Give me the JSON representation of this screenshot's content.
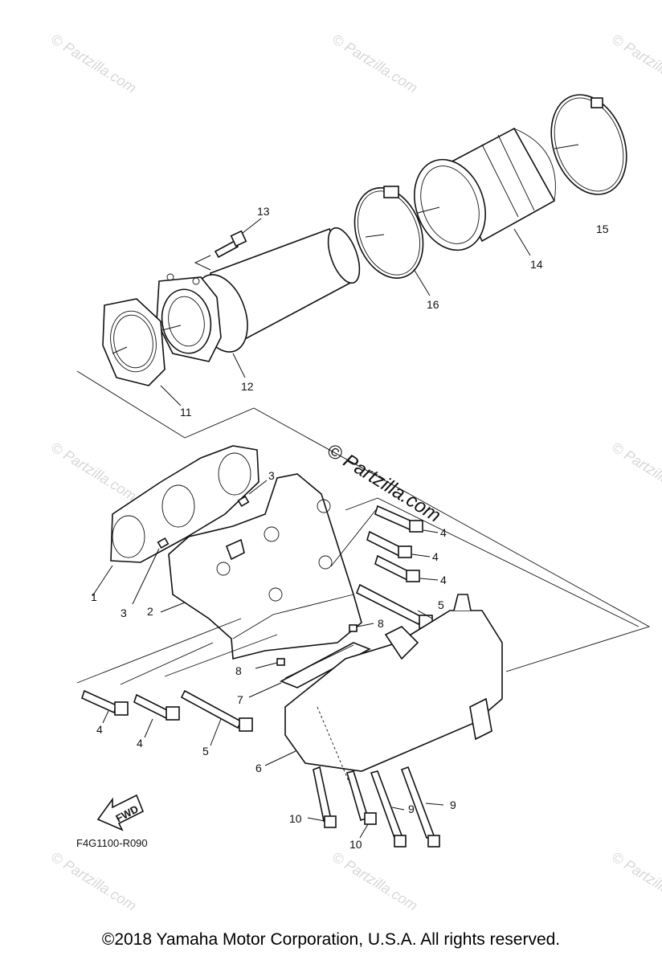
{
  "diagram": {
    "code": "F4G1100-R090",
    "fwd_label": "FWD",
    "watermark_text": "© Partzilla.com",
    "center_watermark": "© Partzilla.com",
    "copyright": "©2018  Yamaha Motor Corporation, U.S.A. All rights reserved."
  },
  "callouts": [
    {
      "id": "c1",
      "text": "1"
    },
    {
      "id": "c2",
      "text": "2"
    },
    {
      "id": "c3a",
      "text": "3"
    },
    {
      "id": "c3b",
      "text": "3"
    },
    {
      "id": "c4a",
      "text": "4"
    },
    {
      "id": "c4b",
      "text": "4"
    },
    {
      "id": "c4c",
      "text": "4"
    },
    {
      "id": "c4d",
      "text": "4"
    },
    {
      "id": "c4e",
      "text": "4"
    },
    {
      "id": "c5a",
      "text": "5"
    },
    {
      "id": "c5b",
      "text": "5"
    },
    {
      "id": "c6",
      "text": "6"
    },
    {
      "id": "c7",
      "text": "7"
    },
    {
      "id": "c8a",
      "text": "8"
    },
    {
      "id": "c8b",
      "text": "8"
    },
    {
      "id": "c9a",
      "text": "9"
    },
    {
      "id": "c9b",
      "text": "9"
    },
    {
      "id": "c10a",
      "text": "10"
    },
    {
      "id": "c10b",
      "text": "10"
    },
    {
      "id": "c11",
      "text": "11"
    },
    {
      "id": "c12",
      "text": "12"
    },
    {
      "id": "c13",
      "text": "13"
    },
    {
      "id": "c14",
      "text": "14"
    },
    {
      "id": "c15",
      "text": "15"
    },
    {
      "id": "c16",
      "text": "16"
    }
  ]
}
